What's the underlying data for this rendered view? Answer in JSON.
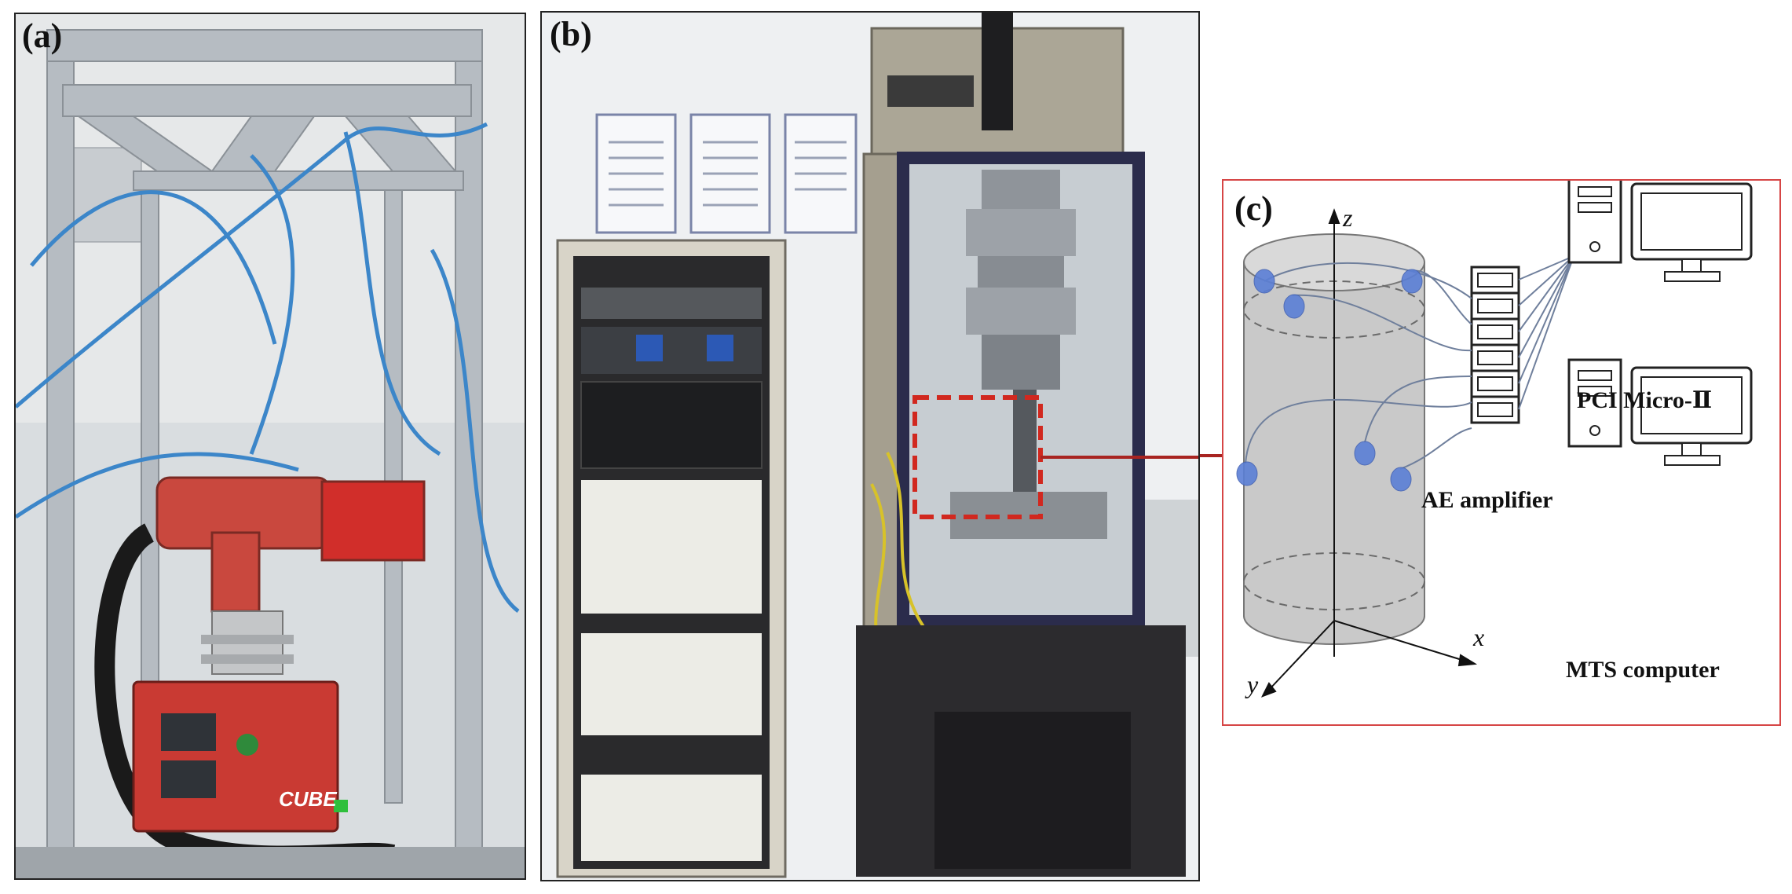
{
  "panels": {
    "a": {
      "label": "(a)",
      "device_badge": "CUBE"
    },
    "b": {
      "label": "(b)"
    },
    "c": {
      "label": "(c)",
      "axes": {
        "z": "z",
        "x": "x",
        "y": "y"
      },
      "amplifier_label": "AE amplifier",
      "computer_top_label": "PCI Micro-Ⅱ",
      "computer_bottom_label": "MTS computer"
    }
  },
  "colors": {
    "frame_red": "#d64545",
    "sensor_blue": "#5b7fd6",
    "specimen_gray": "#c9c9c9",
    "device_red": "#c93a33"
  }
}
